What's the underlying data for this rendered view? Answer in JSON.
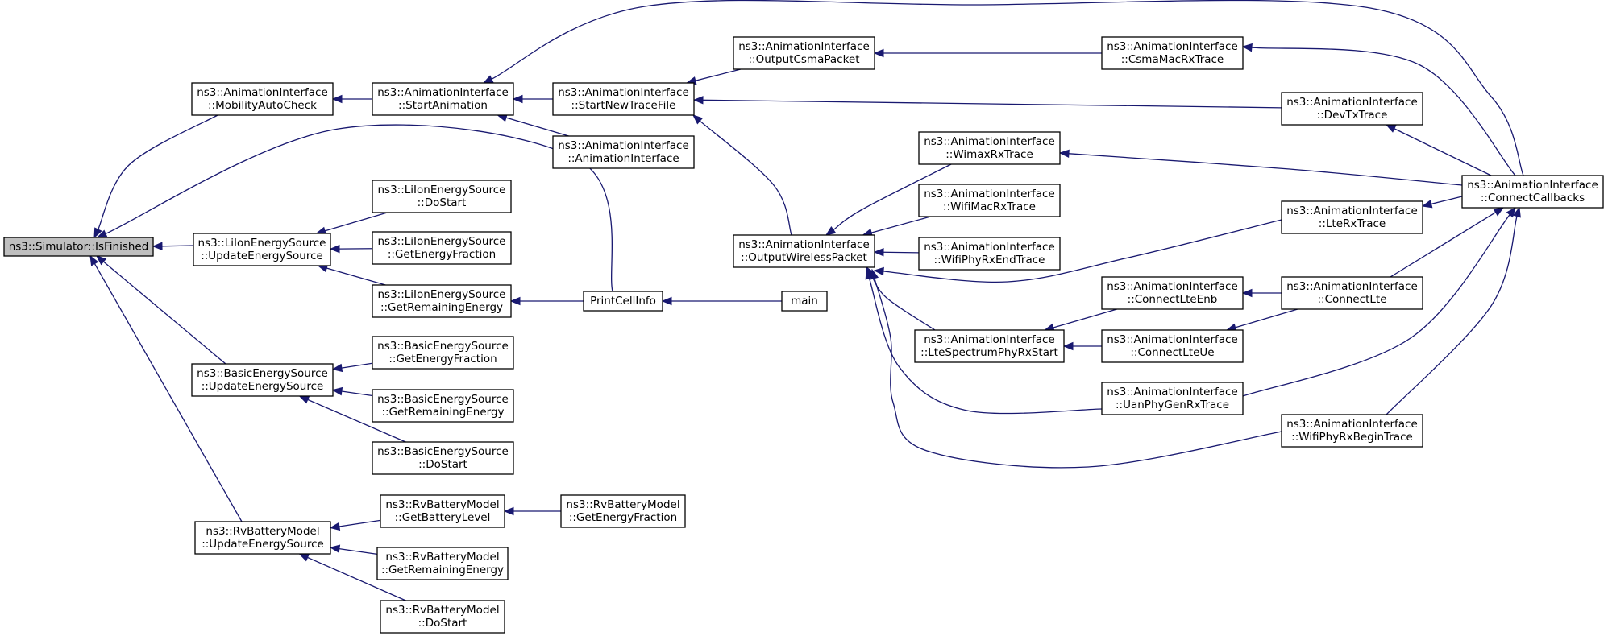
{
  "accent_color": "#191970",
  "nodes": [
    {
      "id": "is_finished",
      "lines": [
        "ns3::Simulator::IsFinished"
      ],
      "highlight": true
    },
    {
      "id": "mobility_auto_check",
      "lines": [
        "ns3::AnimationInterface",
        "::MobilityAutoCheck"
      ]
    },
    {
      "id": "start_animation",
      "lines": [
        "ns3::AnimationInterface",
        "::StartAnimation"
      ]
    },
    {
      "id": "start_new_trace_file",
      "lines": [
        "ns3::AnimationInterface",
        "::StartNewTraceFile"
      ]
    },
    {
      "id": "animation_interface",
      "lines": [
        "ns3::AnimationInterface",
        "::AnimationInterface"
      ]
    },
    {
      "id": "output_csma_packet",
      "lines": [
        "ns3::AnimationInterface",
        "::OutputCsmaPacket"
      ]
    },
    {
      "id": "csma_mac_rx_trace",
      "lines": [
        "ns3::AnimationInterface",
        "::CsmaMacRxTrace"
      ]
    },
    {
      "id": "dev_tx_trace",
      "lines": [
        "ns3::AnimationInterface",
        "::DevTxTrace"
      ]
    },
    {
      "id": "connect_callbacks",
      "lines": [
        "ns3::AnimationInterface",
        "::ConnectCallbacks"
      ]
    },
    {
      "id": "wimax_rx_trace",
      "lines": [
        "ns3::AnimationInterface",
        "::WimaxRxTrace"
      ]
    },
    {
      "id": "wifi_mac_rx_trace",
      "lines": [
        "ns3::AnimationInterface",
        "::WifiMacRxTrace"
      ]
    },
    {
      "id": "wifi_phy_rx_end_trace",
      "lines": [
        "ns3::AnimationInterface",
        "::WifiPhyRxEndTrace"
      ]
    },
    {
      "id": "output_wireless_packet",
      "lines": [
        "ns3::AnimationInterface",
        "::OutputWirelessPacket"
      ]
    },
    {
      "id": "lte_rx_trace",
      "lines": [
        "ns3::AnimationInterface",
        "::LteRxTrace"
      ]
    },
    {
      "id": "connect_lte_enb",
      "lines": [
        "ns3::AnimationInterface",
        "::ConnectLteEnb"
      ]
    },
    {
      "id": "connect_lte",
      "lines": [
        "ns3::AnimationInterface",
        "::ConnectLte"
      ]
    },
    {
      "id": "lte_spectrum_phy_rx_start",
      "lines": [
        "ns3::AnimationInterface",
        "::LteSpectrumPhyRxStart"
      ]
    },
    {
      "id": "connect_lte_ue",
      "lines": [
        "ns3::AnimationInterface",
        "::ConnectLteUe"
      ]
    },
    {
      "id": "uan_phy_gen_rx_trace",
      "lines": [
        "ns3::AnimationInterface",
        "::UanPhyGenRxTrace"
      ]
    },
    {
      "id": "wifi_phy_rx_begin_trace",
      "lines": [
        "ns3::AnimationInterface",
        "::WifiPhyRxBeginTrace"
      ]
    },
    {
      "id": "liion_update_energy_source",
      "lines": [
        "ns3::LiIonEnergySource",
        "::UpdateEnergySource"
      ]
    },
    {
      "id": "liion_do_start",
      "lines": [
        "ns3::LiIonEnergySource",
        "::DoStart"
      ]
    },
    {
      "id": "liion_get_energy_fraction",
      "lines": [
        "ns3::LiIonEnergySource",
        "::GetEnergyFraction"
      ]
    },
    {
      "id": "liion_get_remaining_energy",
      "lines": [
        "ns3::LiIonEnergySource",
        "::GetRemainingEnergy"
      ]
    },
    {
      "id": "print_cell_info",
      "lines": [
        "PrintCellInfo"
      ]
    },
    {
      "id": "main",
      "lines": [
        "main"
      ]
    },
    {
      "id": "basic_update_energy_source",
      "lines": [
        "ns3::BasicEnergySource",
        "::UpdateEnergySource"
      ]
    },
    {
      "id": "basic_get_energy_fraction",
      "lines": [
        "ns3::BasicEnergySource",
        "::GetEnergyFraction"
      ]
    },
    {
      "id": "basic_get_remaining_energy",
      "lines": [
        "ns3::BasicEnergySource",
        "::GetRemainingEnergy"
      ]
    },
    {
      "id": "basic_do_start",
      "lines": [
        "ns3::BasicEnergySource",
        "::DoStart"
      ]
    },
    {
      "id": "rv_update_energy_source",
      "lines": [
        "ns3::RvBatteryModel",
        "::UpdateEnergySource"
      ]
    },
    {
      "id": "rv_get_battery_level",
      "lines": [
        "ns3::RvBatteryModel",
        "::GetBatteryLevel"
      ]
    },
    {
      "id": "rv_get_energy_fraction",
      "lines": [
        "ns3::RvBatteryModel",
        "::GetEnergyFraction"
      ]
    },
    {
      "id": "rv_get_remaining_energy",
      "lines": [
        "ns3::RvBatteryModel",
        "::GetRemainingEnergy"
      ]
    },
    {
      "id": "rv_do_start",
      "lines": [
        "ns3::RvBatteryModel",
        "::DoStart"
      ]
    }
  ],
  "edges": [
    {
      "from": "mobility_auto_check",
      "to": "is_finished"
    },
    {
      "from": "start_animation",
      "to": "mobility_auto_check"
    },
    {
      "from": "start_new_trace_file",
      "to": "start_animation"
    },
    {
      "from": "animation_interface",
      "to": "start_animation"
    },
    {
      "from": "connect_callbacks",
      "to": "start_animation"
    },
    {
      "from": "output_csma_packet",
      "to": "start_new_trace_file"
    },
    {
      "from": "dev_tx_trace",
      "to": "start_new_trace_file"
    },
    {
      "from": "output_wireless_packet",
      "to": "start_new_trace_file"
    },
    {
      "from": "csma_mac_rx_trace",
      "to": "output_csma_packet"
    },
    {
      "from": "connect_callbacks",
      "to": "csma_mac_rx_trace"
    },
    {
      "from": "connect_callbacks",
      "to": "dev_tx_trace"
    },
    {
      "from": "connect_callbacks",
      "to": "wimax_rx_trace"
    },
    {
      "from": "connect_callbacks",
      "to": "lte_rx_trace"
    },
    {
      "from": "connect_lte",
      "to": "connect_callbacks"
    },
    {
      "from": "uan_phy_gen_rx_trace",
      "to": "connect_callbacks"
    },
    {
      "from": "wifi_phy_rx_begin_trace",
      "to": "connect_callbacks"
    },
    {
      "from": "wimax_rx_trace",
      "to": "output_wireless_packet"
    },
    {
      "from": "wifi_mac_rx_trace",
      "to": "output_wireless_packet"
    },
    {
      "from": "wifi_phy_rx_end_trace",
      "to": "output_wireless_packet"
    },
    {
      "from": "lte_rx_trace",
      "to": "output_wireless_packet"
    },
    {
      "from": "lte_spectrum_phy_rx_start",
      "to": "output_wireless_packet"
    },
    {
      "from": "uan_phy_gen_rx_trace",
      "to": "output_wireless_packet"
    },
    {
      "from": "wifi_phy_rx_begin_trace",
      "to": "output_wireless_packet"
    },
    {
      "from": "connect_lte_enb",
      "to": "lte_spectrum_phy_rx_start"
    },
    {
      "from": "connect_lte_ue",
      "to": "lte_spectrum_phy_rx_start"
    },
    {
      "from": "connect_lte",
      "to": "connect_lte_enb"
    },
    {
      "from": "connect_lte",
      "to": "connect_lte_ue"
    },
    {
      "from": "print_cell_info",
      "to": "is_finished"
    },
    {
      "from": "main",
      "to": "print_cell_info"
    },
    {
      "from": "liion_update_energy_source",
      "to": "is_finished"
    },
    {
      "from": "liion_do_start",
      "to": "liion_update_energy_source"
    },
    {
      "from": "liion_get_energy_fraction",
      "to": "liion_update_energy_source"
    },
    {
      "from": "liion_get_remaining_energy",
      "to": "liion_update_energy_source"
    },
    {
      "from": "print_cell_info",
      "to": "liion_get_remaining_energy"
    },
    {
      "from": "basic_update_energy_source",
      "to": "is_finished"
    },
    {
      "from": "basic_get_energy_fraction",
      "to": "basic_update_energy_source"
    },
    {
      "from": "basic_get_remaining_energy",
      "to": "basic_update_energy_source"
    },
    {
      "from": "basic_do_start",
      "to": "basic_update_energy_source"
    },
    {
      "from": "rv_update_energy_source",
      "to": "is_finished"
    },
    {
      "from": "rv_get_battery_level",
      "to": "rv_update_energy_source"
    },
    {
      "from": "rv_get_remaining_energy",
      "to": "rv_update_energy_source"
    },
    {
      "from": "rv_do_start",
      "to": "rv_update_energy_source"
    },
    {
      "from": "rv_get_energy_fraction",
      "to": "rv_get_battery_level"
    }
  ]
}
